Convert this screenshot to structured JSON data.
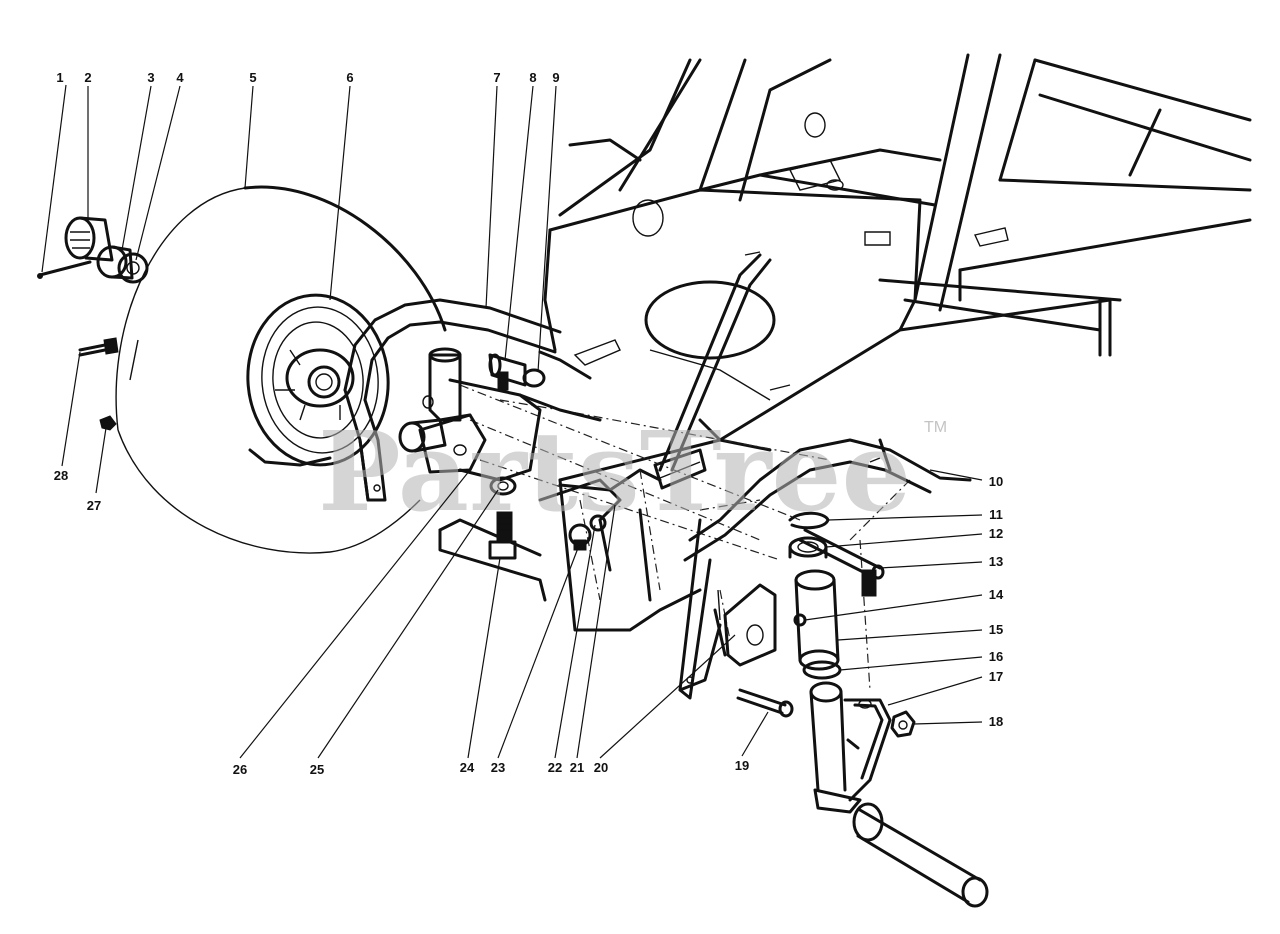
{
  "watermark": {
    "text": "PartsTree",
    "trademark": "TM"
  },
  "callouts": [
    {
      "n": "1"
    },
    {
      "n": "2"
    },
    {
      "n": "3"
    },
    {
      "n": "4"
    },
    {
      "n": "5"
    },
    {
      "n": "6"
    },
    {
      "n": "7"
    },
    {
      "n": "8"
    },
    {
      "n": "9"
    },
    {
      "n": "10"
    },
    {
      "n": "11"
    },
    {
      "n": "12"
    },
    {
      "n": "13"
    },
    {
      "n": "14"
    },
    {
      "n": "15"
    },
    {
      "n": "16"
    },
    {
      "n": "17"
    },
    {
      "n": "18"
    },
    {
      "n": "19"
    },
    {
      "n": "20"
    },
    {
      "n": "21"
    },
    {
      "n": "22"
    },
    {
      "n": "23"
    },
    {
      "n": "24"
    },
    {
      "n": "25"
    },
    {
      "n": "26"
    },
    {
      "n": "27"
    },
    {
      "n": "28"
    }
  ]
}
